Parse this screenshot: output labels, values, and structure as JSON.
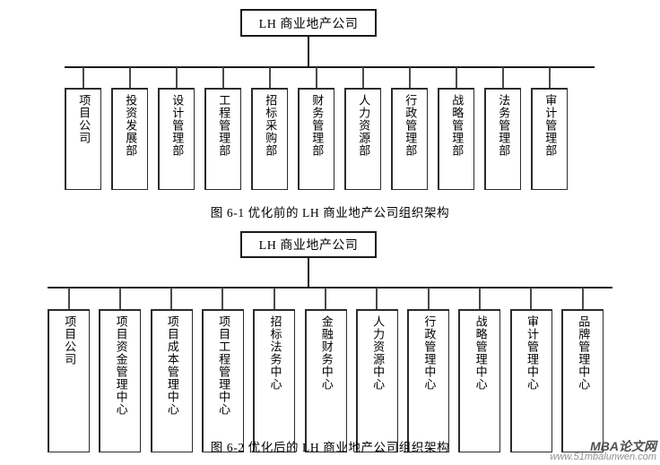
{
  "page": {
    "background_color": "#ffffff",
    "line_color": "#1a1a1a"
  },
  "charts": [
    {
      "id": "chart-1",
      "root_label": "LH 商业地产公司",
      "caption": "图 6-1  优化前的 LH 商业地产公司组织架构",
      "nodes": [
        "项目公司",
        "投资发展部",
        "设计管理部",
        "工程管理部",
        "招标采购部",
        "财务管理部",
        "人力资源部",
        "行政管理部",
        "战略管理部",
        "法务管理部",
        "审计管理部"
      ]
    },
    {
      "id": "chart-2",
      "root_label": "LH 商业地产公司",
      "caption": "图 6-2  优化后的 LH 商业地产公司组织架构",
      "nodes": [
        "项目公司",
        "项目资金管理中心",
        "项目成本管理中心",
        "项目工程管理中心",
        "招标法务中心",
        "金融财务中心",
        "人力资源中心",
        "行政管理中心",
        "战略管理中心",
        "审计管理中心",
        "品牌管理中心"
      ]
    }
  ],
  "watermark": {
    "main": "MBA论文网",
    "url": "www.51mbalunwen.com"
  }
}
